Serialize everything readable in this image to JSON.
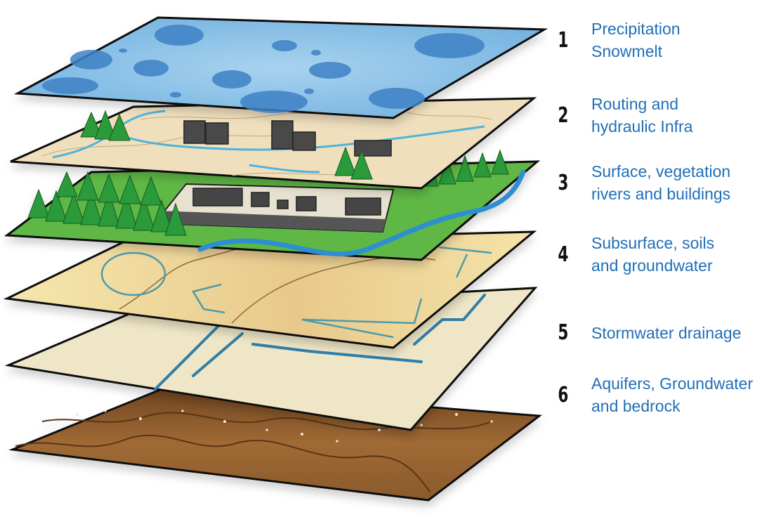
{
  "figure": {
    "title": "Layered hydrology model",
    "label_color": "#1f6fb8",
    "number_color": "#111111"
  },
  "layers": [
    {
      "number": "1",
      "lines": [
        "Precipitation",
        "Snowmelt"
      ],
      "fill": "#5b9fd6",
      "accent": "#2f6fb3",
      "illustration": "precipitation-map"
    },
    {
      "number": "2",
      "lines": [
        "Routing and",
        "hydraulic Infra"
      ],
      "fill": "#efdfbd",
      "accent": "#4fb3d9",
      "illustration": "topographic-map-with-channels"
    },
    {
      "number": "3",
      "lines": [
        "Surface, vegetation",
        "rivers and buildings"
      ],
      "fill": "#5fb844",
      "accent": "#2f8fd0",
      "illustration": "forest-river-buildings"
    },
    {
      "number": "4",
      "lines": [
        "Subsurface, soils",
        "and groundwater"
      ],
      "fill": "#f4e2a6",
      "accent": "#4f9aa8",
      "illustration": "soil-zones-with-flow-arrows"
    },
    {
      "number": "5",
      "lines": [
        "Stormwater drainage"
      ],
      "fill": "#eee6c6",
      "accent": "#2f7fa8",
      "illustration": "drainage-network-arrows"
    },
    {
      "number": "6",
      "lines": [
        "Aquifers, Groundwater",
        "and bedrock"
      ],
      "fill": "#8a5a2b",
      "accent": "#b98246",
      "illustration": "soil-bedrock-cross-section"
    }
  ]
}
